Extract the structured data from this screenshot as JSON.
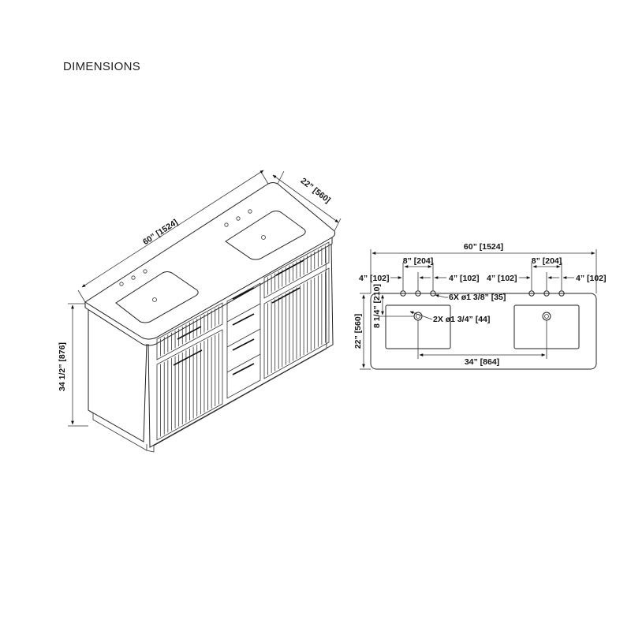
{
  "page": {
    "title": "DIMENSIONS"
  },
  "iso_view": {
    "width_label": "60” [1524]",
    "depth_label": "22” [560]",
    "height_label": "34 1/2” [876]"
  },
  "top_view": {
    "overall_width": "60” [1524]",
    "faucet_spread_left": "8” [204]",
    "faucet_spread_right": "8” [204]",
    "left_offset_1": "4” [102]",
    "right_offset_1": "4” [102]",
    "left_offset_2": "4” [102]",
    "right_offset_2": "4” [102]",
    "faucet_holes": "6X ø1 3/8” [35]",
    "drain_holes": "2X ø1 3/4” [44]",
    "depth": "22” [560]",
    "hole_setback": "8 1/4” [210]",
    "sink_centers": "34” [864]"
  }
}
